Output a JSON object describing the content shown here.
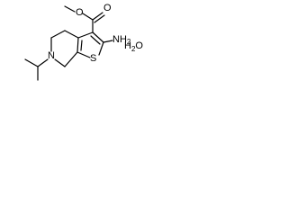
{
  "molecule": {
    "atoms": {
      "ester_ether_oxygen": "O",
      "carbonyl_oxygen": "O",
      "amine": {
        "symbol": "NH",
        "subscript": "2"
      },
      "ring_sulfur": "S",
      "ring_nitrogen": "N"
    }
  },
  "solvate": {
    "hydrogen": "H",
    "hydrogen_count": "2",
    "oxygen": "O"
  }
}
